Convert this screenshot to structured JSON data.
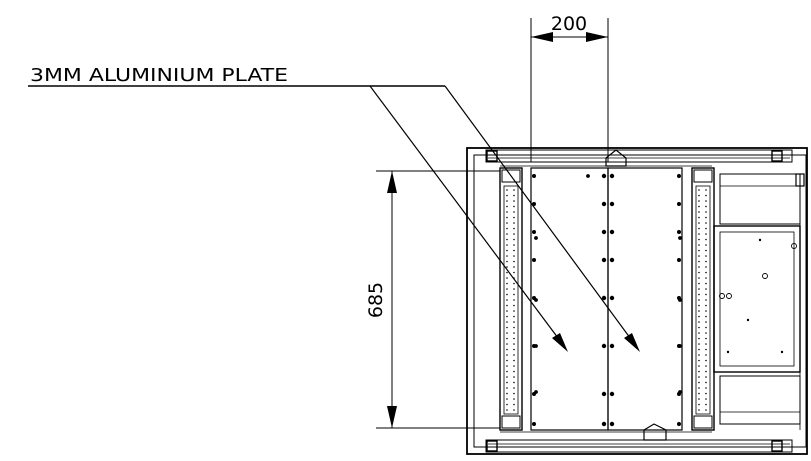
{
  "callout": {
    "text": "3MM ALUMINIUM PLATE"
  },
  "dimensions": {
    "horizontal": "200",
    "vertical": "685"
  },
  "colors": {
    "line": "#000000",
    "background": "#ffffff"
  }
}
